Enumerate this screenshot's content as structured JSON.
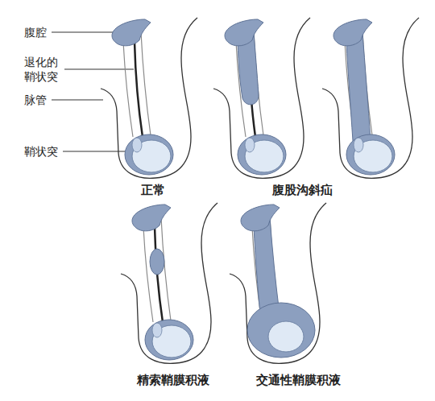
{
  "diagram": {
    "labels": [
      "腹腔",
      "退化的 鞘状突",
      "脉管",
      "鞘状突",
      "正常",
      "腹股沟斜疝",
      "精索鞘膜积液",
      "交通性鞘膜积液"
    ]
  }
}
